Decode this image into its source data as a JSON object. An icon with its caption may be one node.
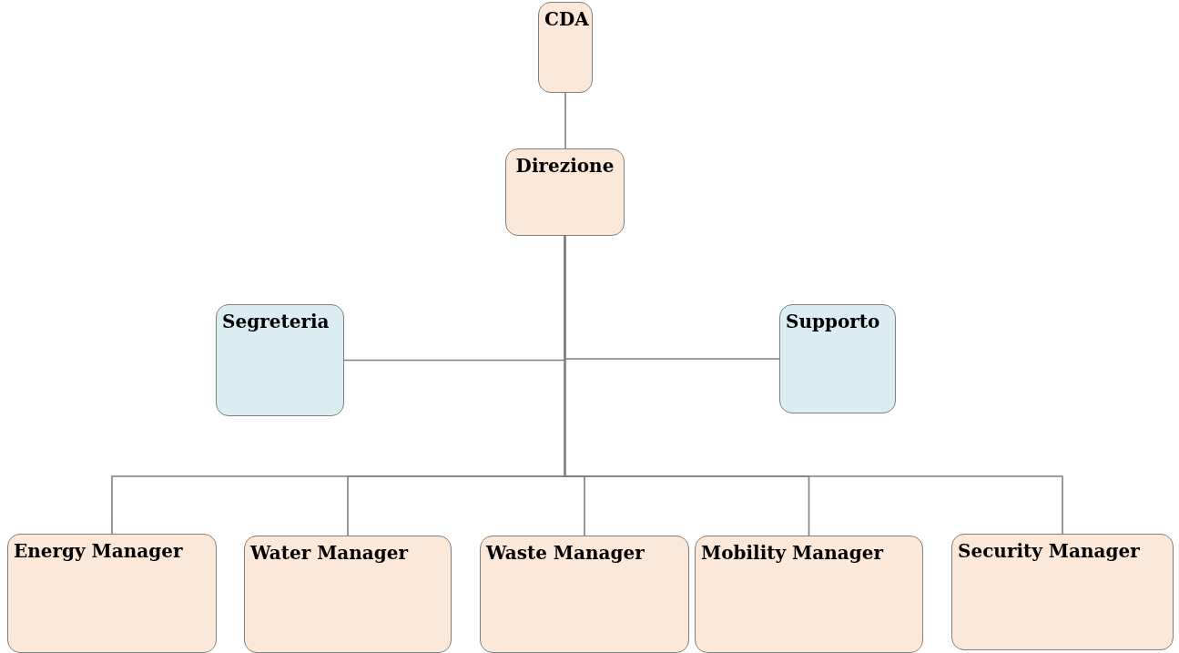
{
  "diagram": {
    "nodes": [
      {
        "text": [
          "CDA"
        ]
      },
      {
        "text": [
          "Direzione"
        ]
      },
      {
        "text": [
          "Segreteria"
        ]
      },
      {
        "text": [
          "Supporto"
        ]
      },
      {
        "text": [
          "Energy Manager"
        ]
      },
      {
        "text": [
          "Water Manager"
        ]
      },
      {
        "text": [
          "Waste Manager"
        ]
      },
      {
        "text": [
          "Mobility Manager"
        ]
      },
      {
        "text": [
          "Security Manager"
        ]
      }
    ],
    "edges": [
      {
        "from": 0,
        "to": 1,
        "arrow": "none"
      },
      {
        "from": 1,
        "to": 2,
        "arrow": "none"
      },
      {
        "from": 1,
        "to": 3,
        "arrow": "none"
      },
      {
        "from": 1,
        "to": 4,
        "arrow": "none"
      },
      {
        "from": 1,
        "to": 5,
        "arrow": "none"
      },
      {
        "from": 1,
        "to": 6,
        "arrow": "none"
      },
      {
        "from": 1,
        "to": 7,
        "arrow": "none"
      },
      {
        "from": 1,
        "to": 8,
        "arrow": "none"
      }
    ]
  }
}
